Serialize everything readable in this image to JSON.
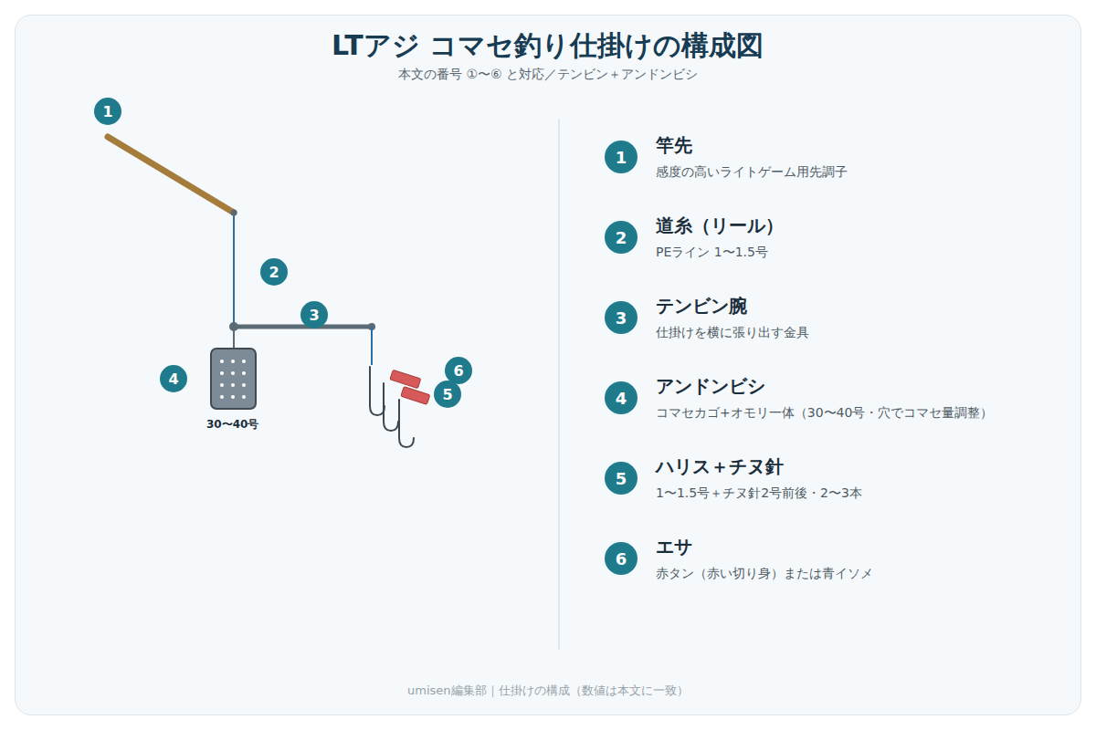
{
  "diagram": {
    "title": "LTアジ コマセ釣り仕掛けの構成図",
    "caption": "本文の番号 ①〜⑥ と対応／テンビン＋アンドンビシ",
    "labels": [
      "1",
      "2",
      "3",
      "4",
      "30〜40号",
      "6",
      "5",
      "1",
      "竿先",
      "感度の高いライトゲーム用先調子",
      "2",
      "道糸（リール）",
      "PEライン 1〜1.5号",
      "3",
      "テンビン腕",
      "仕掛けを横に張り出す金具",
      "4",
      "アンドンビシ",
      "コマセカゴ+オモリ一体（30〜40号・穴でコマセ量調整）",
      "5",
      "ハリス＋チヌ針",
      "1〜1.5号＋チヌ針2号前後・2〜3本",
      "6",
      "エサ",
      "赤タン（赤い切り身）または青イソメ",
      "umisen編集部｜仕掛けの構成（数値は本文に一致）"
    ]
  }
}
